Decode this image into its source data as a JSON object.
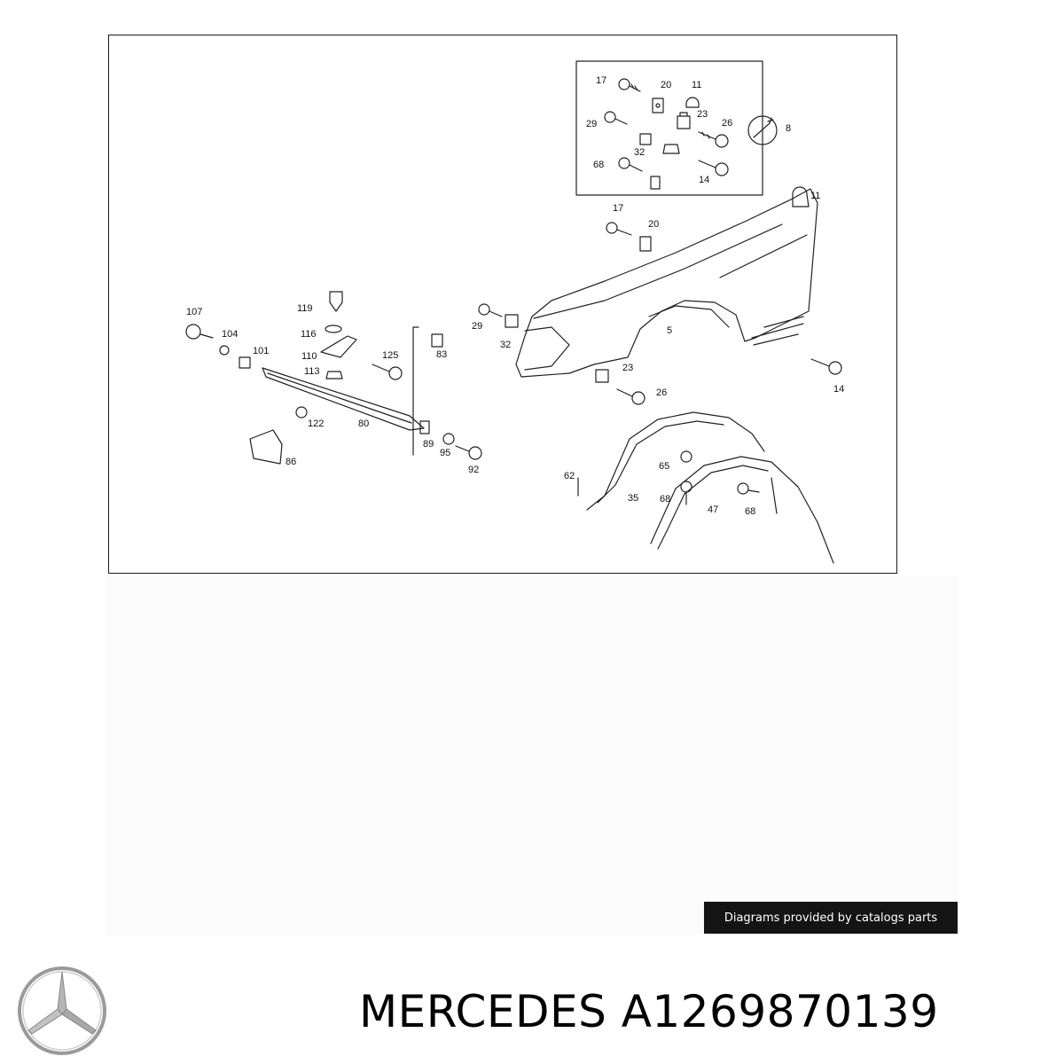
{
  "diagram": {
    "callouts": {
      "inset_17": "17",
      "inset_20": "20",
      "inset_11": "11",
      "inset_29": "29",
      "inset_23": "23",
      "inset_26": "26",
      "inset_8": "8",
      "inset_32": "32",
      "inset_68": "68",
      "inset_14": "14",
      "c11": "11",
      "c17": "17",
      "c20": "20",
      "c29": "29",
      "c32": "32",
      "c5": "5",
      "c14": "14",
      "c23": "23",
      "c26": "26",
      "c107": "107",
      "c104": "104",
      "c101": "101",
      "c119": "119",
      "c116": "116",
      "c110": "110",
      "c113": "113",
      "c125": "125",
      "c83": "83",
      "c122": "122",
      "c80": "80",
      "c89": "89",
      "c95": "95",
      "c92": "92",
      "c86": "86",
      "c62": "62",
      "c65": "65",
      "c35": "35",
      "c68a": "68",
      "c47": "47",
      "c68b": "68"
    }
  },
  "banner": {
    "text": "Diagrams provided by catalogs parts"
  },
  "logo": {
    "icon": "mercedes-star-icon",
    "color": "#9a9a9a"
  },
  "title": {
    "text": "MERCEDES A1269870139"
  }
}
